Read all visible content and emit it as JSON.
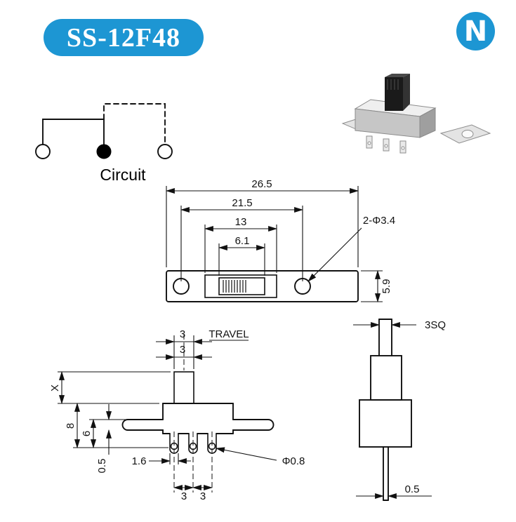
{
  "colors": {
    "accent": "#1d96d3",
    "line": "#111111",
    "page_bg": "#ffffff"
  },
  "header": {
    "model": "SS-12F48",
    "logo_letter": "N"
  },
  "circuit": {
    "label": "Circuit"
  },
  "top_view": {
    "overall_length": "26.5",
    "hole_pitch": "21.5",
    "slot_length": "13",
    "knob_width": "6.1",
    "hole_callout": "2-Φ3.4",
    "body_width": "5.9"
  },
  "front_view": {
    "travel_dim_upper": "3",
    "travel_label": "TRAVEL",
    "travel_dim_lower": "3",
    "stem_height": "X",
    "height_8": "8",
    "height_6": "6",
    "flange_thickness": "0.5",
    "terminal_width": "1.6",
    "hole_callout": "Φ0.8",
    "pitch_a": "3",
    "pitch_b": "3"
  },
  "side_view": {
    "stem_square": "3SQ",
    "pin_thickness": "0.5"
  }
}
